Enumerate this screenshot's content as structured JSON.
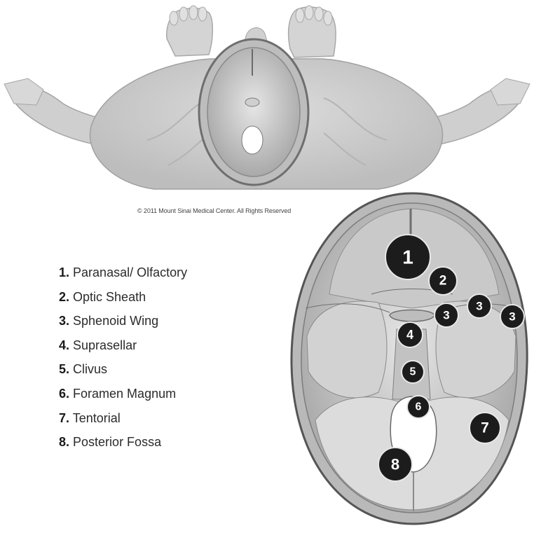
{
  "copyright": "© 2011 Mount Sinai Medical Center. All Rights Reserved",
  "legend": [
    {
      "num": "1.",
      "label": "Paranasal/ Olfactory"
    },
    {
      "num": "2.",
      "label": "Optic Sheath"
    },
    {
      "num": "3.",
      "label": "Sphenoid Wing"
    },
    {
      "num": "4.",
      "label": "Suprasellar"
    },
    {
      "num": "5.",
      "label": "Clivus"
    },
    {
      "num": "6.",
      "label": "Foramen Magnum"
    },
    {
      "num": "7.",
      "label": "Tentorial"
    },
    {
      "num": "8.",
      "label": "Posterior Fossa"
    }
  ],
  "markers": [
    "1",
    "2",
    "3",
    "3",
    "3",
    "4",
    "5",
    "6",
    "7",
    "8"
  ],
  "colors": {
    "marker_fill": "#1c1c1c",
    "marker_stroke": "#e8e8e8",
    "bone": "#d7d7d7",
    "background": "#ffffff"
  }
}
